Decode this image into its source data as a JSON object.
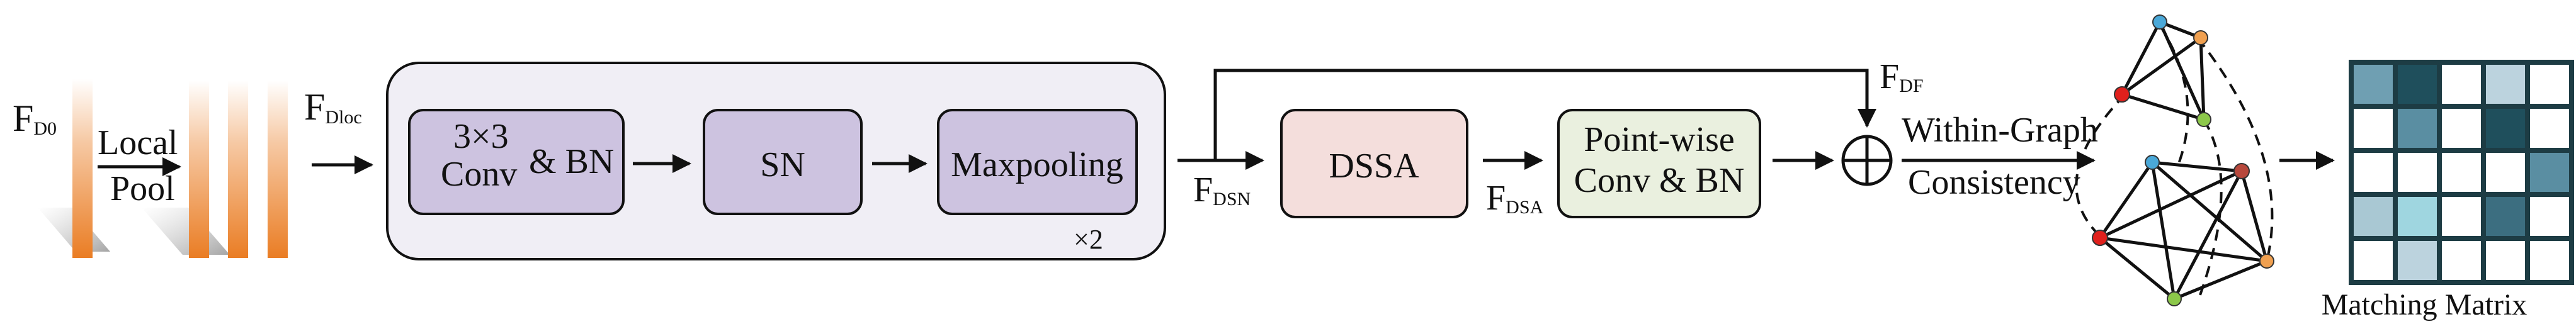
{
  "input": {
    "f_main": "F",
    "f_sub": "D0",
    "pool_line1": "Local",
    "pool_line2": "Pool",
    "after_pool_main": "F",
    "after_pool_sub": "Dloc"
  },
  "block": {
    "conv_line1": "3×3",
    "conv_line2": "Conv",
    "conv_bn": "& BN",
    "sn": "SN",
    "maxpool": "Maxpooling",
    "repeat": "×2"
  },
  "dsn": {
    "main": "F",
    "sub": "DSN"
  },
  "dssa": "DSSA",
  "dsa": {
    "main": "F",
    "sub": "DSA"
  },
  "pointwise": {
    "line1": "Point-wise",
    "line2": "Conv & BN"
  },
  "df": {
    "main": "F",
    "sub": "DF"
  },
  "consistency": {
    "line1": "Within-Graph",
    "line2": "Consistency"
  },
  "matrix": {
    "label": "Matching Matrix",
    "cells": [
      [
        "#6f9fb2",
        "#1f4f5c",
        "#ffffff",
        "#bcd3de",
        "#ffffff"
      ],
      [
        "#ffffff",
        "#5a8ea2",
        "#ffffff",
        "#1f4f5c",
        "#ffffff"
      ],
      [
        "#ffffff",
        "#ffffff",
        "#ffffff",
        "#ffffff",
        "#5a8ea2"
      ],
      [
        "#a9c8d3",
        "#9fd6e0",
        "#ffffff",
        "#3c6e80",
        "#ffffff"
      ],
      [
        "#ffffff",
        "#bcd3de",
        "#ffffff",
        "#ffffff",
        "#ffffff"
      ]
    ],
    "border_color": "#1d3c44"
  },
  "colors": {
    "box_purple": "#cdc3e0",
    "box_pink": "#f4dedc",
    "box_green": "#eaf0df",
    "big_box": "#f0eef5",
    "feature_orange": "#ea7d24"
  }
}
